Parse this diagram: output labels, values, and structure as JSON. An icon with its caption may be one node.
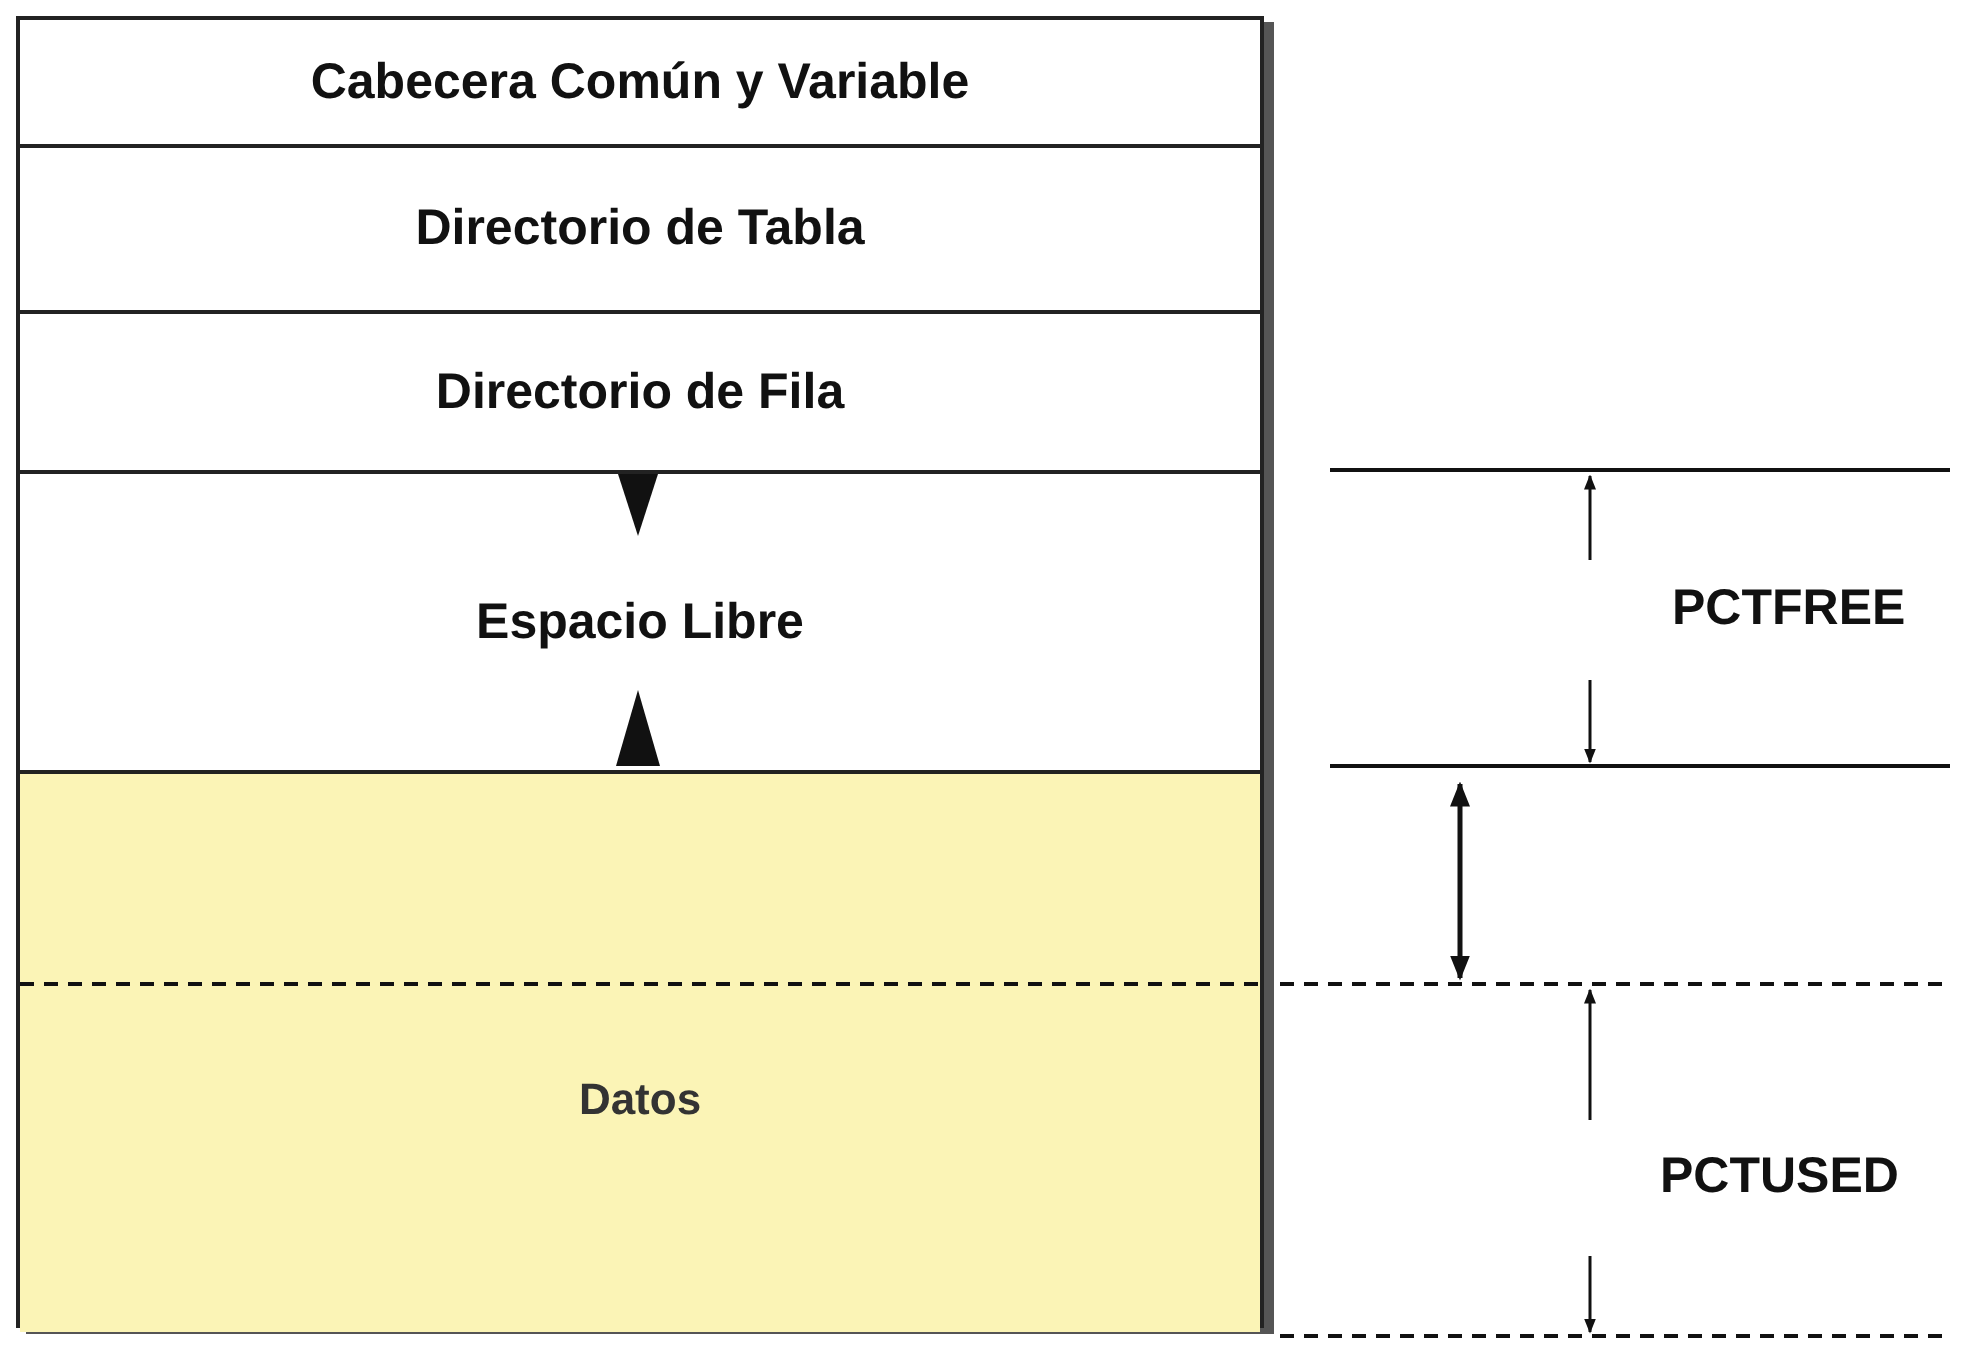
{
  "diagram": {
    "nodes": [
      {
        "text": [],
        "shape": "box"
      },
      {
        "text": [
          "Cabecera Común y Variable"
        ],
        "in": 0
      },
      {
        "text": [
          "Directorio de Tabla"
        ],
        "in": 0
      },
      {
        "text": [
          "Directorio de Fila"
        ],
        "in": 0
      },
      {
        "text": [
          "Espacio Libre"
        ],
        "in": 0
      },
      {
        "text": [
          "Datos"
        ],
        "in": 0
      }
    ],
    "edges": [],
    "labels": [
      "PCTFREE",
      "PCTUSED"
    ]
  }
}
